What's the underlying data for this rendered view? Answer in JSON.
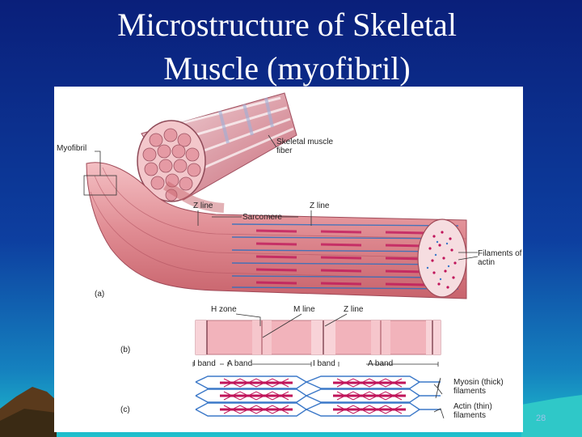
{
  "slide": {
    "title_line1": "Microstructure of Skeletal",
    "title_line2": "Muscle (myofibril)",
    "page_number": "28"
  },
  "figure": {
    "labels": {
      "myofibril": "Myofibril",
      "skeletal_muscle_fiber": "Skeletal muscle fiber",
      "z_line_left": "Z line",
      "z_line_right": "Z line",
      "sarcomere": "Sarcomere",
      "filaments_of_actin": "Filaments of actin",
      "panel_a": "(a)",
      "h_zone": "H zone",
      "m_line": "M line",
      "z_line_b": "Z line",
      "panel_b": "(b)",
      "i_band_1": "I band",
      "a_band_1": "A band",
      "i_band_2": "I band",
      "a_band_2": "A band",
      "panel_c": "(c)",
      "myosin": "Myosin (thick) filaments",
      "actin": "Actin (thin) filaments"
    }
  },
  "colors": {
    "background_top": "#0a2a8c",
    "background_bottom": "#1aa7c4",
    "muscle_pink": "#e8949a",
    "myosin_red": "#c0145a",
    "actin_blue": "#3b78c8"
  }
}
